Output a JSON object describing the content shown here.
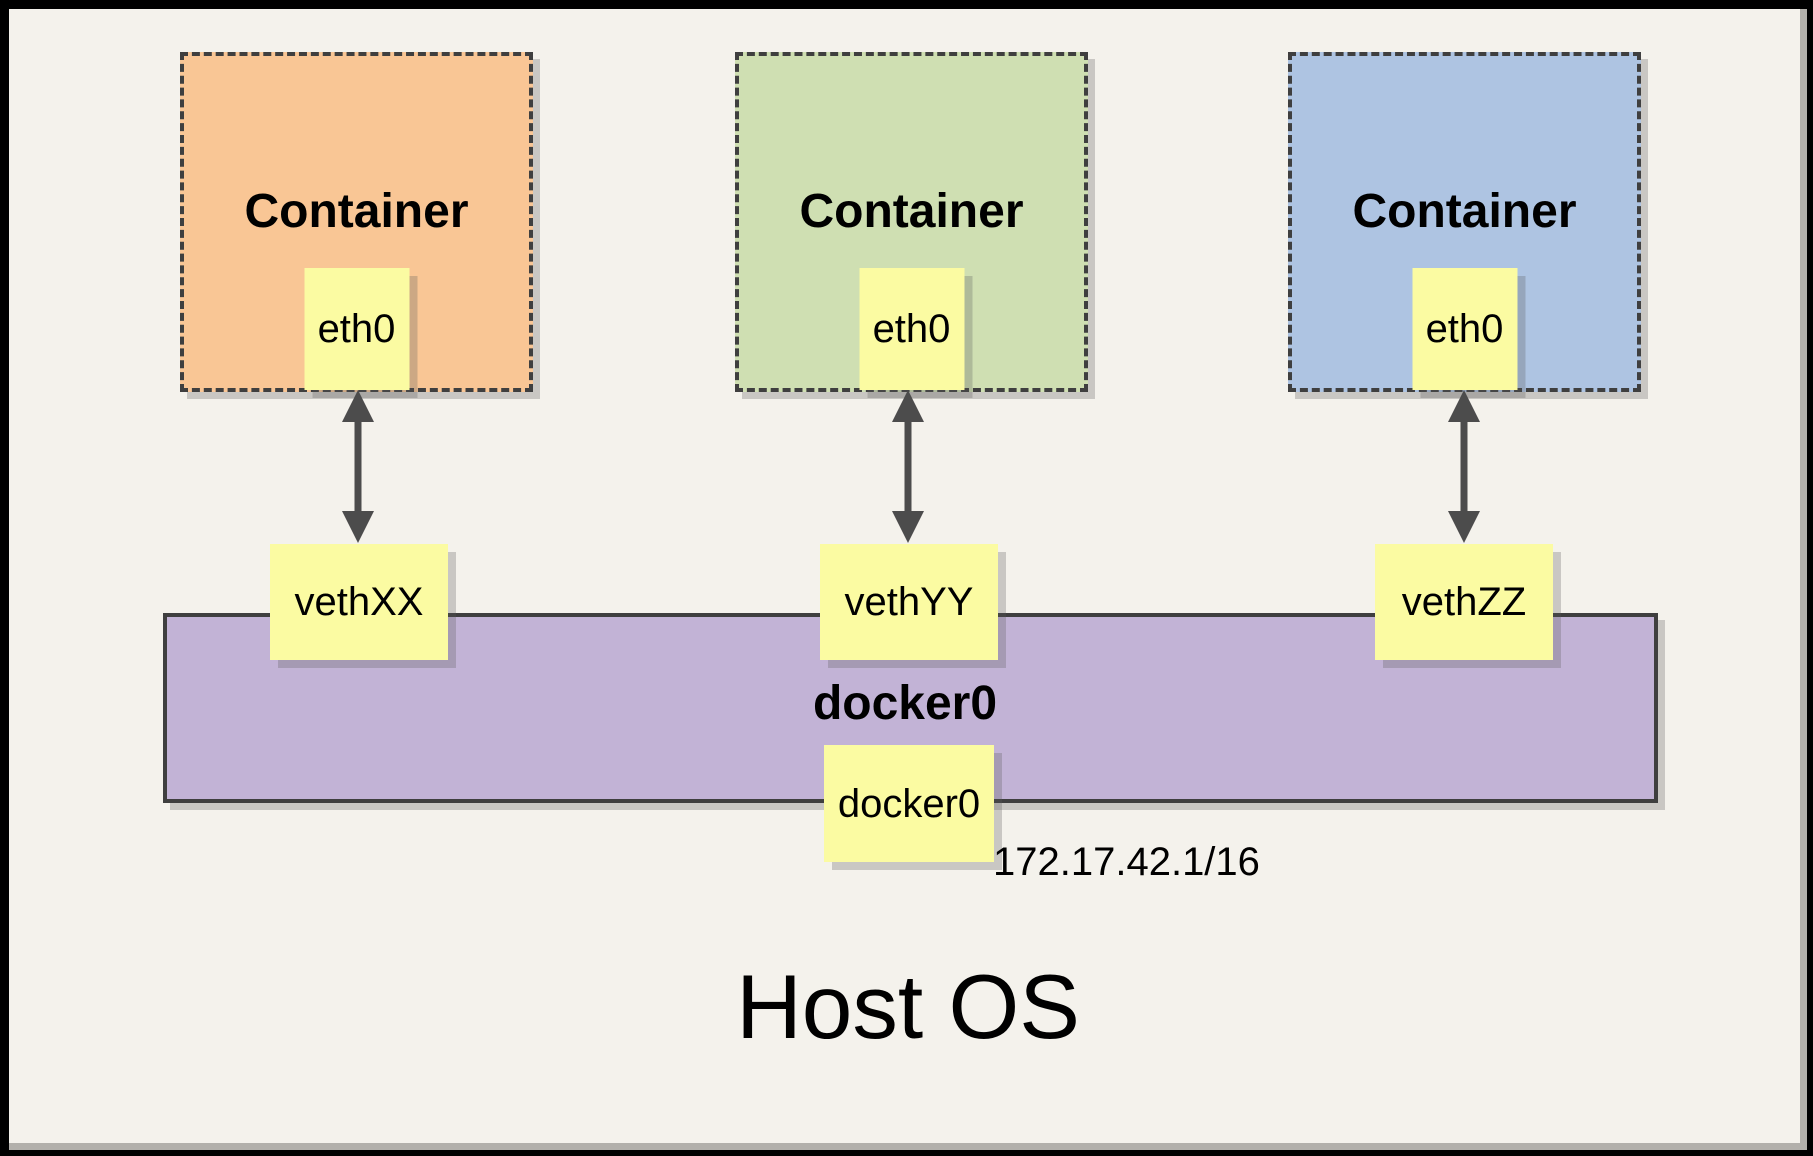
{
  "diagram": {
    "containers": [
      {
        "label": "Container",
        "interface_label": "eth0",
        "fill": "#F9C695"
      },
      {
        "label": "Container",
        "interface_label": "eth0",
        "fill": "#CFDFB2"
      },
      {
        "label": "Container",
        "interface_label": "eth0",
        "fill": "#AEC4E2"
      }
    ],
    "veth_interfaces": [
      {
        "label": "vethXX"
      },
      {
        "label": "vethYY"
      },
      {
        "label": "vethZZ"
      }
    ],
    "bridge": {
      "label": "docker0",
      "interface_label": "docker0",
      "ip_address": "172.17.42.1/16",
      "fill": "#C2B3D6"
    },
    "host": {
      "label": "Host OS"
    },
    "colors": {
      "interface_box_fill": "#FBFBA2",
      "background": "#F4F2EC",
      "border": "#3F3F3F",
      "arrow": "#4C4C4C"
    }
  }
}
